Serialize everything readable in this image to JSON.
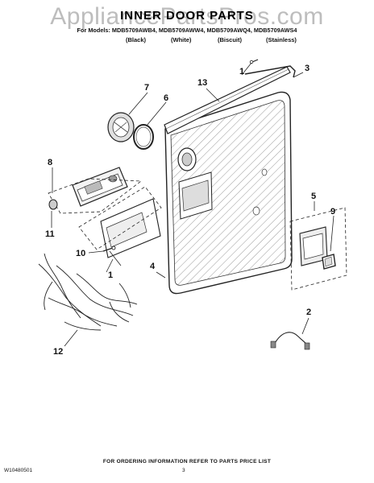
{
  "header": {
    "watermark": "AppliancePartsPros.com",
    "title": "INNER DOOR PARTS",
    "models": "For Models: MDB5709AWB4, MDB5709AWW4, MDB5709AWQ4, MDB5709AWS4",
    "variants": [
      "(Black)",
      "(White)",
      "(Biscuit)",
      "(Stainless)"
    ]
  },
  "callouts": [
    "1",
    "2",
    "3",
    "4",
    "5",
    "6",
    "7",
    "8",
    "9",
    "10",
    "11",
    "12",
    "13",
    "1"
  ],
  "footer": {
    "ordering": "FOR ORDERING INFORMATION REFER TO PARTS PRICE LIST",
    "doc_number": "W10480501",
    "page_number": "3"
  }
}
